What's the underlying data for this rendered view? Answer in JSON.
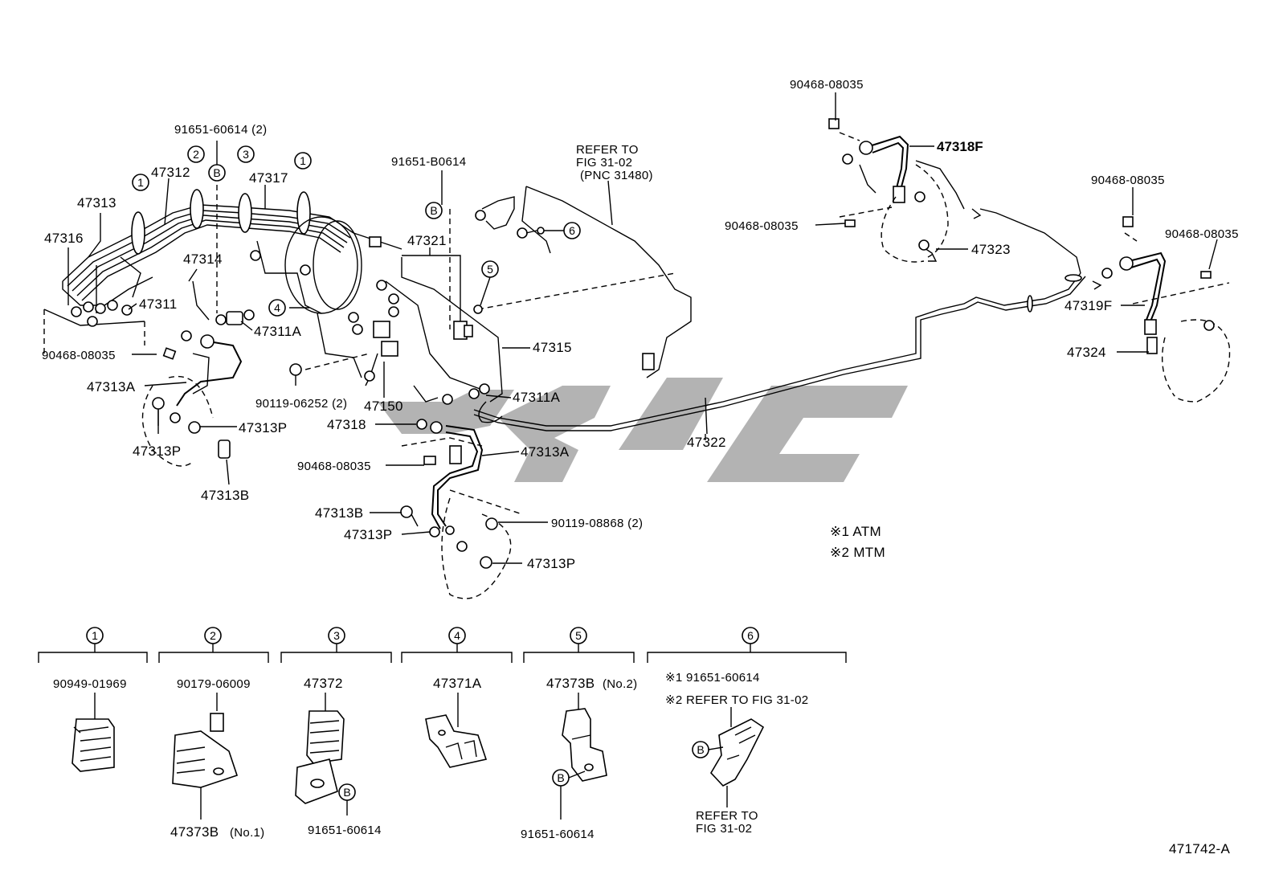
{
  "labels": {
    "p47313": "47313",
    "p47316": "47316",
    "p47312": "47312",
    "p47317": "47317",
    "p47314": "47314",
    "p47311": "47311",
    "p47311A_1": "47311A",
    "p90468_1": "90468-08035",
    "p47313A_1": "47313A",
    "p47313P_1": "47313P",
    "p47313P_2": "47313P",
    "p47313B_1": "47313B",
    "p91651_60614_2": "91651-60614 (2)",
    "p91651_B0614": "91651-B0614",
    "p47321": "47321",
    "p47315": "47315",
    "p90119_06252": "90119-06252 (2)",
    "p47150": "47150",
    "p47311A_2": "47311A",
    "p47318": "47318",
    "p47313A_2": "47313A",
    "p90468_2": "90468-08035",
    "p47313B_2": "47313B",
    "p47313P_3": "47313P",
    "p47313P_4": "47313P",
    "p90119_08868": "90119-08868 (2)",
    "refer_1": "REFER TO",
    "refer_2": "FIG 31-02",
    "refer_3": "(PNC 31480)",
    "p47322": "47322",
    "p90468_3": "90468-08035",
    "p47318F": "47318F",
    "p90468_4": "90468-08035",
    "p47323": "47323",
    "p90468_5": "90468-08035",
    "p90468_6": "90468-08035",
    "p47319F": "47319F",
    "p47324": "47324",
    "note_atm": "※1  ATM",
    "note_mtm": "※2  MTM",
    "diagram_id": "471742-A"
  },
  "callouts": {
    "c1": "1",
    "c2": "2",
    "c3": "3",
    "c4": "4",
    "c5": "5",
    "c6": "6",
    "cB": "B"
  },
  "legend": {
    "g1": {
      "num": "1",
      "part": "90949-01969"
    },
    "g2": {
      "num": "2",
      "part": "90179-06009",
      "part2": "47373B",
      "suffix": "(No.1)"
    },
    "g3": {
      "num": "3",
      "part": "47372",
      "part2": "91651-60614"
    },
    "g4": {
      "num": "4",
      "part": "47371A"
    },
    "g5": {
      "num": "5",
      "part": "47373B",
      "suffix": "(No.2)",
      "part2": "91651-60614"
    },
    "g6": {
      "num": "6",
      "note1": "※1  91651-60614",
      "note2": "※2  REFER TO FIG 31-02",
      "refer1": "REFER TO",
      "refer2": "FIG 31-02"
    }
  }
}
